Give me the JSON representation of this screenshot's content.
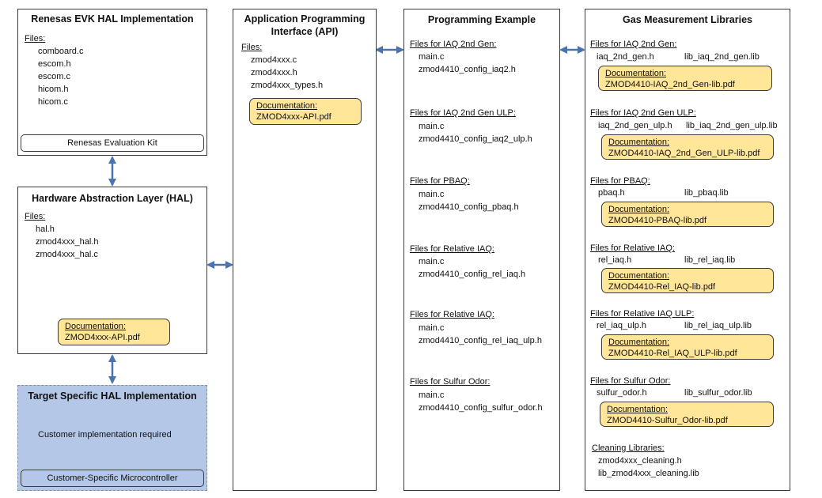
{
  "evk": {
    "title": "Renesas EVK HAL Implementation",
    "files_label": "Files:",
    "files": [
      "comboard.c",
      "escom.h",
      "escom.c",
      "hicom.h",
      "hicom.c"
    ],
    "kit_label": "Renesas Evaluation Kit"
  },
  "hal": {
    "title": "Hardware Abstraction Layer (HAL)",
    "files_label": "Files:",
    "files": [
      "hal.h",
      "zmod4xxx_hal.h",
      "zmod4xxx_hal.c"
    ],
    "doc_label": "Documentation:",
    "doc_file": "ZMOD4xxx-API.pdf"
  },
  "target": {
    "title": "Target Specific HAL Implementation",
    "note": "Customer implementation required",
    "mcu_label": "Customer-Specific Microcontroller"
  },
  "api": {
    "title_line1": "Application Programming",
    "title_line2": "Interface (API)",
    "files_label": "Files:",
    "files": [
      "zmod4xxx.c",
      "zmod4xxx.h",
      "zmod4xxx_types.h"
    ],
    "doc_label": "Documentation:",
    "doc_file": "ZMOD4xxx-API.pdf"
  },
  "example": {
    "title": "Programming Example",
    "sections": [
      {
        "label": "Files for IAQ 2nd Gen:",
        "files": [
          "main.c",
          "zmod4410_config_iaq2.h"
        ]
      },
      {
        "label": "Files for IAQ 2nd Gen ULP:",
        "files": [
          "main.c",
          "zmod4410_config_iaq2_ulp.h"
        ]
      },
      {
        "label": "Files for PBAQ:",
        "files": [
          "main.c",
          "zmod4410_config_pbaq.h"
        ]
      },
      {
        "label": "Files for Relative IAQ:",
        "files": [
          "main.c",
          "zmod4410_config_rel_iaq.h"
        ]
      },
      {
        "label": "Files for Relative IAQ:",
        "files": [
          "main.c",
          "zmod4410_config_rel_iaq_ulp.h"
        ]
      },
      {
        "label": "Files for Sulfur Odor:",
        "files": [
          "main.c",
          "zmod4410_config_sulfur_odor.h"
        ]
      }
    ]
  },
  "libs": {
    "title": "Gas Measurement Libraries",
    "doc_label": "Documentation:",
    "sections": [
      {
        "label": "Files for IAQ 2nd Gen:",
        "header": "iaq_2nd_gen.h",
        "lib": "lib_iaq_2nd_gen.lib",
        "doc_file": "ZMOD4410-IAQ_2nd_Gen-lib.pdf"
      },
      {
        "label": "Files for IAQ 2nd Gen ULP:",
        "header": "iaq_2nd_gen_ulp.h",
        "lib": "lib_iaq_2nd_gen_ulp.lib",
        "doc_file": "ZMOD4410-IAQ_2nd_Gen_ULP-lib.pdf"
      },
      {
        "label": "Files for PBAQ:",
        "header": "pbaq.h",
        "lib": "lib_pbaq.lib",
        "doc_file": "ZMOD4410-PBAQ-lib.pdf"
      },
      {
        "label": "Files for Relative IAQ:",
        "header": "rel_iaq.h",
        "lib": "lib_rel_iaq.lib",
        "doc_file": "ZMOD4410-Rel_IAQ-lib.pdf"
      },
      {
        "label": "Files for Relative IAQ ULP:",
        "header": "rel_iaq_ulp.h",
        "lib": "lib_rel_iaq_ulp.lib",
        "doc_file": "ZMOD4410-Rel_IAQ_ULP-lib.pdf"
      },
      {
        "label": "Files for Sulfur Odor:",
        "header": "sulfur_odor.h",
        "lib": "lib_sulfur_odor.lib",
        "doc_file": "ZMOD4410-Sulfur_Odor-lib.pdf"
      }
    ],
    "cleaning_label": "Cleaning Libraries:",
    "cleaning_files": [
      "zmod4xxx_cleaning.h",
      "lib_zmod4xxx_cleaning.lib"
    ]
  },
  "colors": {
    "arrow": "#4a74b0",
    "doc_fill": "#ffe699",
    "target_fill": "#b4c7e7"
  }
}
